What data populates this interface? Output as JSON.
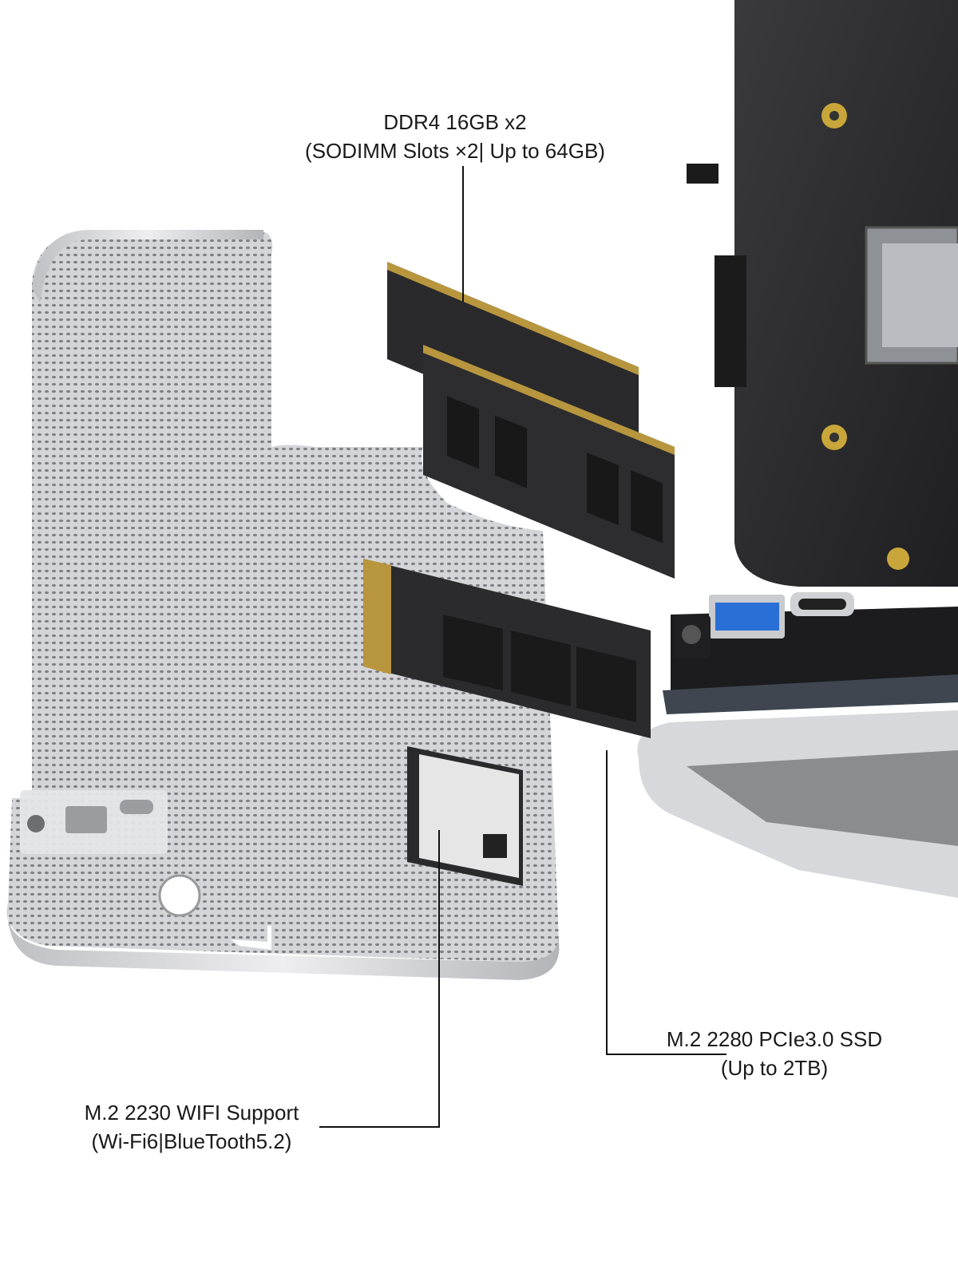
{
  "callouts": {
    "ram": {
      "line1": "DDR4 16GB x2",
      "line2": "(SODIMM Slots ×2| Up to 64GB)"
    },
    "ssd": {
      "line1": "M.2 2280 PCIe3.0 SSD",
      "line2": "(Up to 2TB)"
    },
    "wifi": {
      "line1": "M.2 2230 WIFI Support",
      "line2": "(Wi-Fi6|BlueTooth5.2)"
    }
  },
  "colors": {
    "chassis": "#d9d9db",
    "board": "#2b2b2d",
    "leader": "#111111",
    "usb_blue": "#2a6fd6"
  },
  "icons": [
    "headphone-jack-icon",
    "usb-ss-icon",
    "usb-c-icon"
  ]
}
